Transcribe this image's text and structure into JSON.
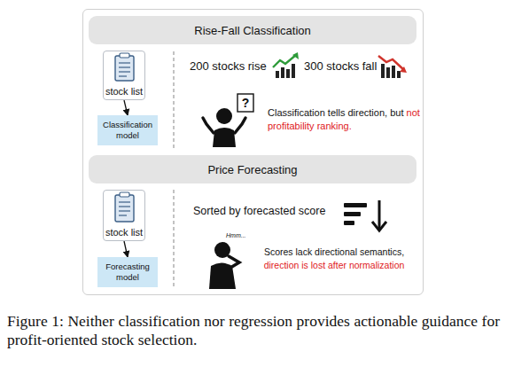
{
  "diagram": {
    "caption": "Figure 1: Neither classification nor regression provides actionable guidance for profit-oriented stock selection.",
    "nodes": [
      {
        "text": [
          "Rise-Fall Classification"
        ]
      },
      {
        "text": [
          "stock list"
        ]
      },
      {
        "text": [
          "Classification model"
        ]
      },
      {
        "text": [
          "Price Forecasting"
        ]
      },
      {
        "text": [
          "stock list"
        ]
      },
      {
        "text": [
          "Forecasting model"
        ]
      }
    ],
    "edges": [
      {
        "from": 1,
        "to": 2,
        "arrow": "to"
      },
      {
        "from": 4,
        "to": 5,
        "arrow": "to"
      }
    ],
    "labels": [
      "200 stocks rise",
      "300 stocks fall",
      "?",
      "Classification tells direction, but",
      "not profitability ranking.",
      "Sorted by forecasted score",
      "Hmm...",
      "Scores lack directional semantics,",
      "direction is lost after normalization"
    ]
  }
}
